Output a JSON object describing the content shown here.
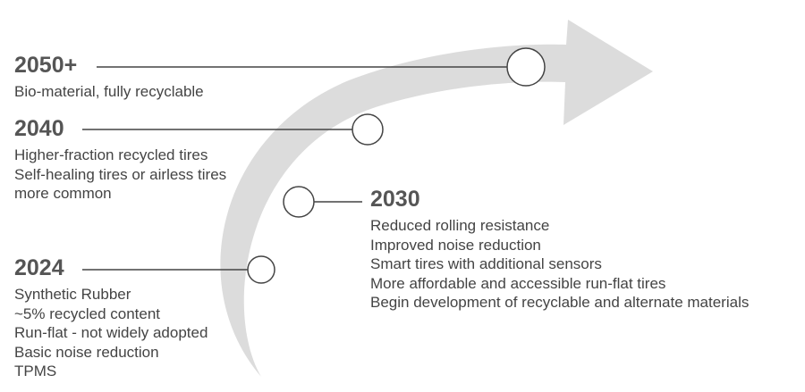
{
  "colors": {
    "arrow_fill": "#dcdcdc",
    "connector": "#444444",
    "text": "#555555"
  },
  "milestones": [
    {
      "year": "2050+",
      "details": [
        "Bio-material, fully recyclable"
      ]
    },
    {
      "year": "2040",
      "details": [
        "Higher-fraction recycled tires",
        "Self-healing tires or airless tires",
        "more common"
      ]
    },
    {
      "year": "2030",
      "details": [
        "Reduced rolling resistance",
        "Improved noise reduction",
        "Smart tires with additional sensors",
        "More affordable and accessible run-flat tires",
        "Begin development of recyclable and alternate materials"
      ]
    },
    {
      "year": "2024",
      "details": [
        "Synthetic Rubber",
        "~5% recycled content",
        "Run-flat - not widely adopted",
        "Basic noise reduction",
        "TPMS"
      ]
    }
  ]
}
